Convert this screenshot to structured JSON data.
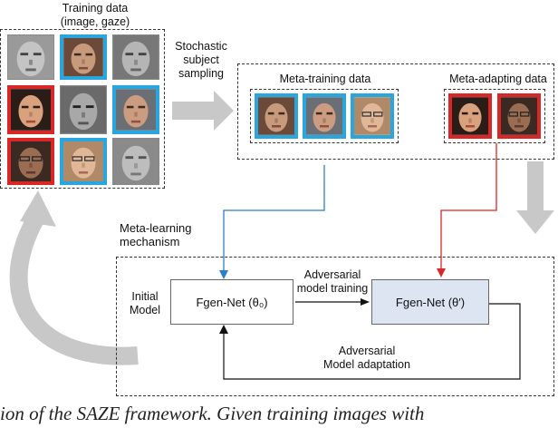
{
  "training": {
    "title_line1": "Training data",
    "title_line2": "(image, gaze)"
  },
  "sampling": {
    "line1": "Stochastic",
    "line2": "subject",
    "line3": "sampling"
  },
  "meta_training": {
    "label": "Meta-training data"
  },
  "meta_adapting": {
    "label": "Meta-adapting data"
  },
  "mechanism": {
    "line1": "Meta-learning",
    "line2": "mechanism"
  },
  "initial_model": {
    "line1": "Initial",
    "line2": "Model"
  },
  "net_initial": {
    "label": "Fgen-Net (θ₀)"
  },
  "net_adapted": {
    "label": "Fgen-Net (θ′)"
  },
  "adv_training": {
    "line1": "Adversarial",
    "line2": "model training"
  },
  "adv_adaptation": {
    "line1": "Adversarial",
    "line2": "Model adaptation"
  },
  "caption": {
    "text": "ion of the SAZE framework. Given training images with"
  },
  "colors": {
    "blue": "#2aa6de",
    "red": "#d92626",
    "net_fill": "#dde5f3",
    "arrow_gray": "#c8c8c8"
  }
}
